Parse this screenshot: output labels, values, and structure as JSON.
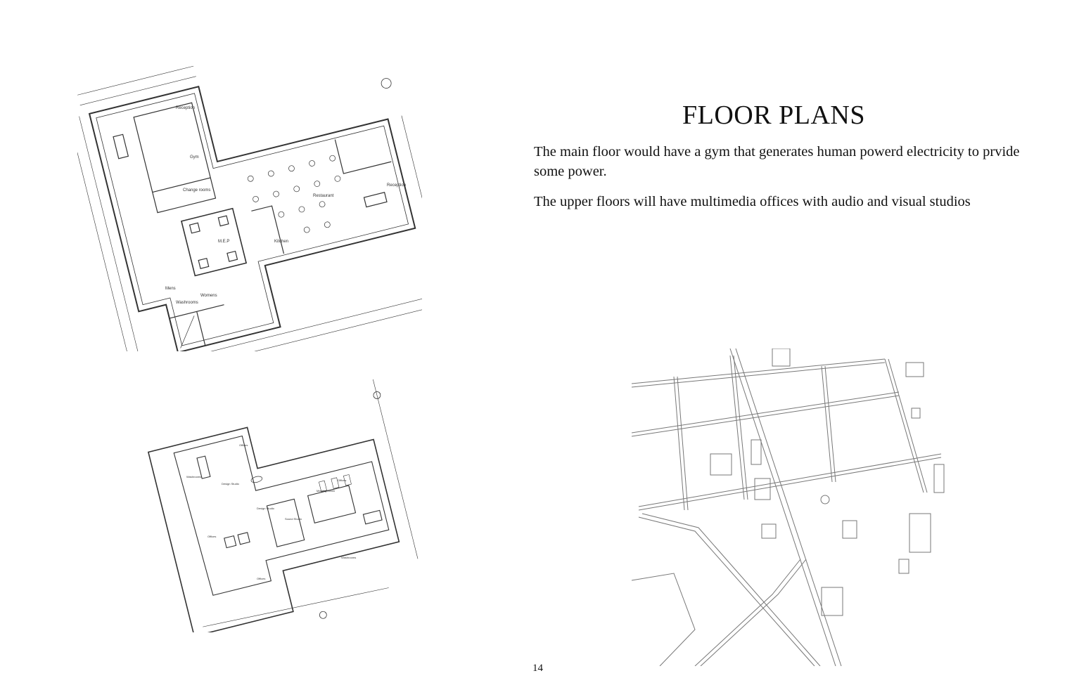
{
  "heading": "FLOOR PLANS",
  "paragraphs": [
    "The main floor would have a gym that generates human powerd electricity to prvide some power.",
    "The upper floors will have multimedia offices with audio and visual studios"
  ],
  "page_number": "14",
  "plan1": {
    "labels": [
      "Reception",
      "Gym",
      "Change rooms",
      "Restaurant",
      "Reception",
      "M.E.P",
      "Kitchen",
      "Mens",
      "Womens",
      "Washrooms"
    ]
  },
  "plan2": {
    "labels": [
      "Offices",
      "Offices",
      "Offices",
      "Washrooms",
      "Design Studio",
      "Design Studio",
      "Sound Studio",
      "Meeting Room",
      "Offices",
      "Washrooms"
    ]
  },
  "colors": {
    "text": "#111111",
    "linework": "#333333",
    "map_lines": "#777777"
  }
}
